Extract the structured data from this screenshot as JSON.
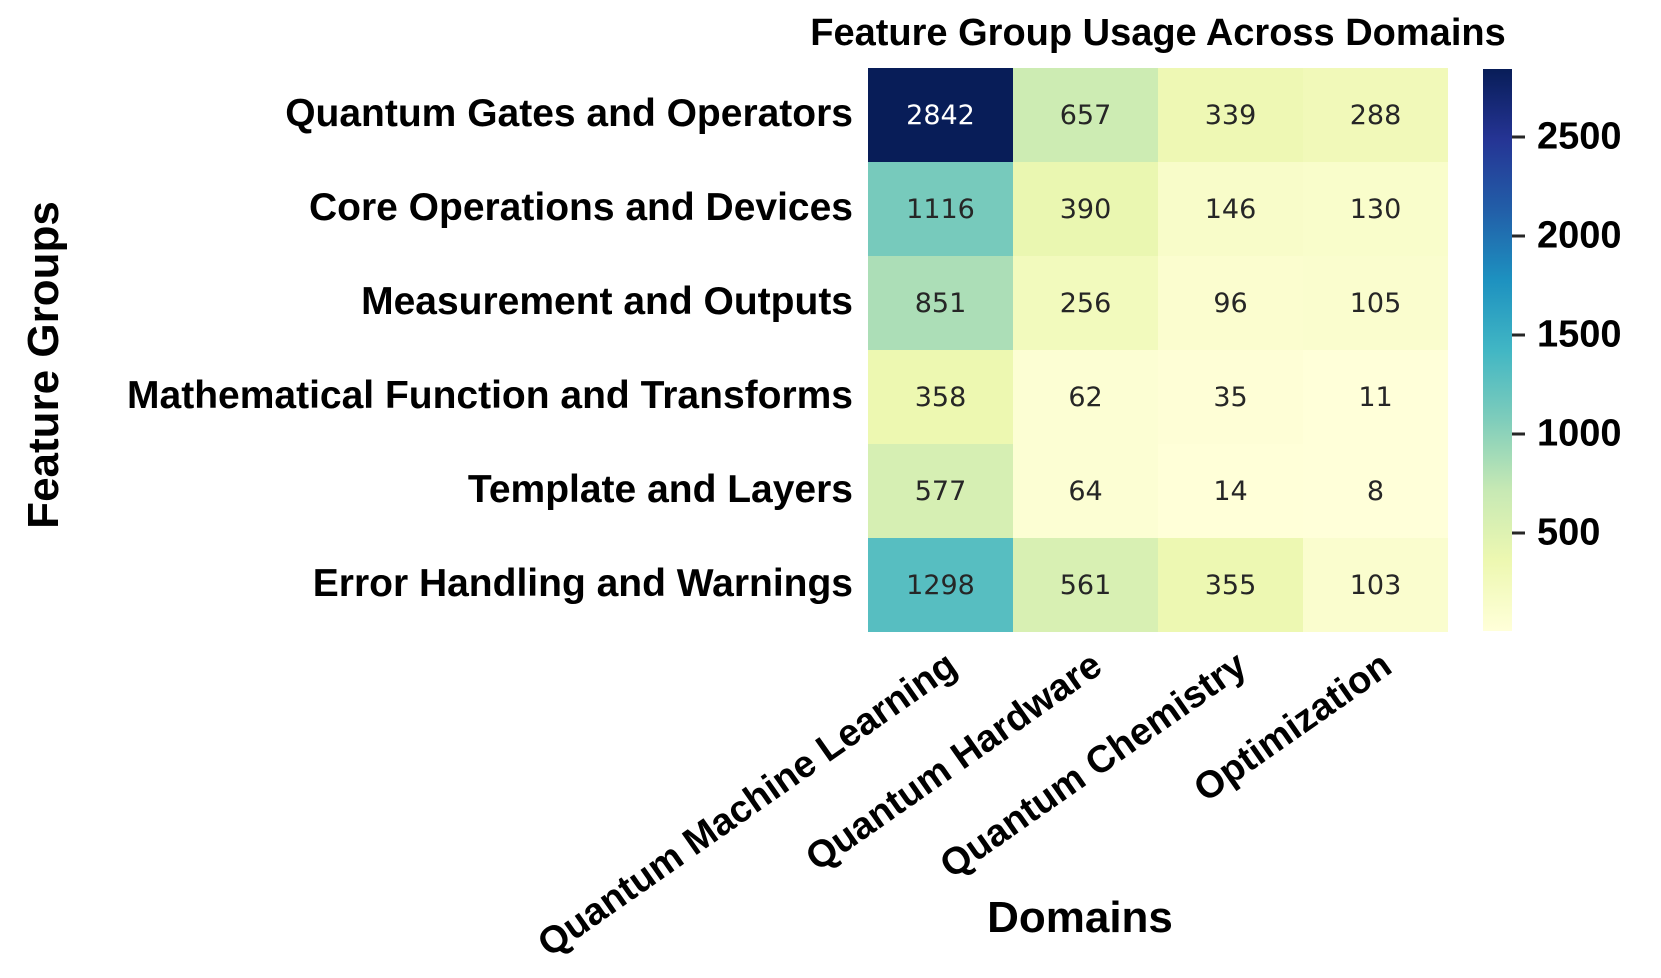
{
  "chart_data": {
    "type": "heatmap",
    "title": "Feature Group Usage Across Domains",
    "xlabel": "Domains",
    "ylabel": "Feature Groups",
    "x_categories": [
      "Quantum Machine Learning",
      "Quantum Hardware",
      "Quantum Chemistry",
      "Optimization"
    ],
    "y_categories": [
      "Quantum Gates and Operators",
      "Core Operations and Devices",
      "Measurement and Outputs",
      "Mathematical Function and Transforms",
      "Template and Layers",
      "Error Handling and Warnings"
    ],
    "values": [
      [
        2842,
        657,
        339,
        288
      ],
      [
        1116,
        390,
        146,
        130
      ],
      [
        851,
        256,
        96,
        105
      ],
      [
        358,
        62,
        35,
        11
      ],
      [
        577,
        64,
        14,
        8
      ],
      [
        1298,
        561,
        355,
        103
      ]
    ],
    "vmin": 8,
    "vmax": 2842,
    "colorbar_ticks": [
      500,
      1000,
      1500,
      2000,
      2500
    ],
    "colormap": {
      "name": "YlGnBu",
      "stops": [
        "#ffffd9",
        "#edf8b1",
        "#c7e9b4",
        "#7fcdbb",
        "#41b6c4",
        "#1d91c0",
        "#225ea8",
        "#253494",
        "#081d58"
      ]
    },
    "annotation_colors": {
      "on_light": "#262626",
      "on_dark": "#ffffff"
    },
    "legend_position": "right-colorbar",
    "grid": false
  }
}
